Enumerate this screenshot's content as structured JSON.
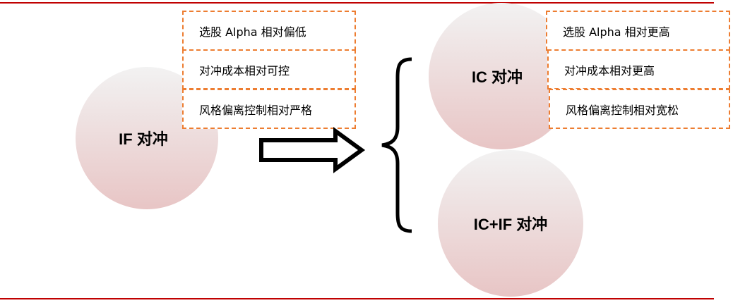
{
  "left": {
    "circle_label": "IF 对冲",
    "traits": [
      "选股 Alpha 相对偏低",
      "对冲成本相对可控",
      "风格偏离控制相对严格"
    ]
  },
  "right": {
    "ic": {
      "circle_label": "IC 对冲",
      "traits": [
        "选股 Alpha 相对更高",
        "对冲成本相对更高",
        "风格偏离控制相对宽松"
      ]
    },
    "icif": {
      "circle_label": "IC+IF 对冲"
    }
  },
  "colors": {
    "rule": "#c00000",
    "dash": "#ed7d31"
  }
}
